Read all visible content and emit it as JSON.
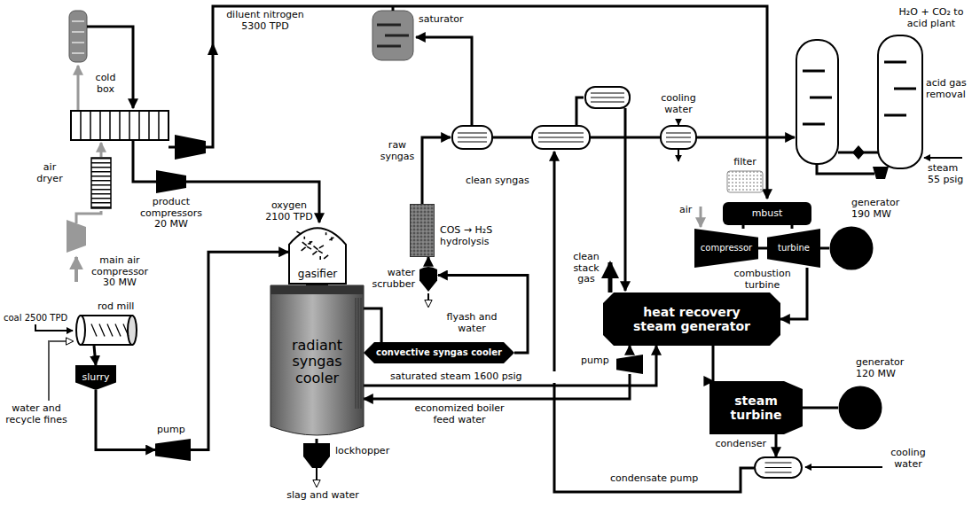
{
  "diagram": {
    "nodes": [
      {
        "text": [
          "gasifier"
        ]
      },
      {
        "text": [
          "radiant syngas cooler"
        ]
      },
      {
        "text": [
          "convective syngas cooler"
        ]
      },
      {
        "text": [
          "water scrubber"
        ]
      },
      {
        "text": [
          "COS → H₂S hydrolysis"
        ]
      },
      {
        "text": [
          "rod mill"
        ]
      },
      {
        "text": [
          "slurry"
        ]
      },
      {
        "text": [
          "pump"
        ]
      },
      {
        "text": [
          "heat recovery steam generator"
        ]
      },
      {
        "text": [
          "pump"
        ]
      },
      {
        "text": [
          "mbust"
        ]
      },
      {
        "text": [
          "compressor"
        ]
      },
      {
        "text": [
          "turbine"
        ]
      },
      {
        "text": [
          "generator 190 MW"
        ]
      },
      {
        "text": [
          "steam turbine"
        ]
      },
      {
        "text": [
          "generator 120 MW"
        ]
      },
      {
        "text": [
          "condenser"
        ]
      }
    ],
    "edges": [
      {
        "from": 5,
        "to": 6,
        "arrow": "to"
      },
      {
        "from": 6,
        "to": 7,
        "arrow": "to"
      },
      {
        "from": 7,
        "to": 0,
        "arrow": "to"
      },
      {
        "from": 1,
        "to": 2,
        "arrow": "none"
      },
      {
        "from": 2,
        "to": 3,
        "arrow": "to"
      },
      {
        "from": 3,
        "to": 4,
        "arrow": "to"
      },
      {
        "from": 1,
        "to": 8,
        "arrow": "to",
        "label": "saturated steam 1600 psig"
      },
      {
        "from": 9,
        "to": 1,
        "arrow": "to",
        "label": "economized boiler feed water"
      },
      {
        "from": 9,
        "to": 8,
        "arrow": "to"
      },
      {
        "from": 12,
        "to": 13,
        "arrow": "none"
      },
      {
        "from": 12,
        "to": 8,
        "arrow": "to"
      },
      {
        "from": 8,
        "to": 14,
        "arrow": "to"
      },
      {
        "from": 14,
        "to": 15,
        "arrow": "none"
      },
      {
        "from": 14,
        "to": 16,
        "arrow": "to"
      }
    ],
    "labels": [
      "diluent nitrogen 5300 TPD",
      "saturator",
      "H₂O + CO₂ to acid plant",
      "acid gas removal",
      "cold box",
      "oxygen 2100 TPD",
      "raw syngas",
      "clean syngas",
      "cooling water",
      "filter",
      "steam 55 psig",
      "air dryer",
      "product compressors 20 MW",
      "air",
      "combustion turbine",
      "main air compressor 30 MW",
      "flyash and water",
      "clean stack gas",
      "coal 2500 TPD",
      "water and recycle fines",
      "lockhopper",
      "slag and water",
      "cooling water",
      "condensate pump"
    ]
  }
}
